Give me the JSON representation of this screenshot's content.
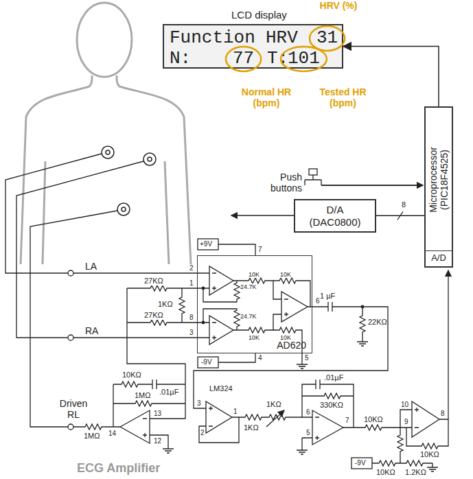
{
  "diagram": {
    "nodes": [
      {
        "text": [
          "LCD display",
          "Function",
          "HRV",
          "31",
          "N:",
          "77",
          "T:",
          "101"
        ]
      },
      {
        "text": [
          "Microprocessor (PIC18F4525)",
          "A/D"
        ]
      },
      {
        "text": [
          "D/A (DAC0800)"
        ]
      },
      {
        "text": [
          "AD620"
        ]
      }
    ],
    "edges": [
      {
        "from": 1,
        "to": 0,
        "arrow": "to"
      },
      {
        "from": 1,
        "to": 2,
        "arrow": "none",
        "label": "8"
      }
    ],
    "labels": [
      "HRV (%)",
      "Normal HR (bpm)",
      "Tested HR (bpm)",
      "Push buttons",
      "LA",
      "RA",
      "Driven RL",
      "ECG Amplifier",
      "+9V",
      "7",
      "2",
      "1",
      "8",
      "3",
      "24.7K",
      "24.7K",
      "10K",
      "10K",
      "10K",
      "10K",
      "6",
      "4",
      "5",
      "-9V",
      "27KΩ",
      "27KΩ",
      "1KΩ",
      "1 µF",
      "22KΩ",
      "10KΩ",
      ".01µF",
      "1MΩ",
      "1MΩ",
      "14",
      "13",
      "12",
      "LM324",
      "3",
      "2",
      "1",
      "1KΩ",
      "1KΩ",
      ".01µF",
      "330KΩ",
      "6",
      "5",
      "7",
      "10KΩ",
      "10",
      "9",
      "8",
      "10KΩ",
      "-9V",
      "10KΩ",
      "1.2KΩ"
    ]
  }
}
